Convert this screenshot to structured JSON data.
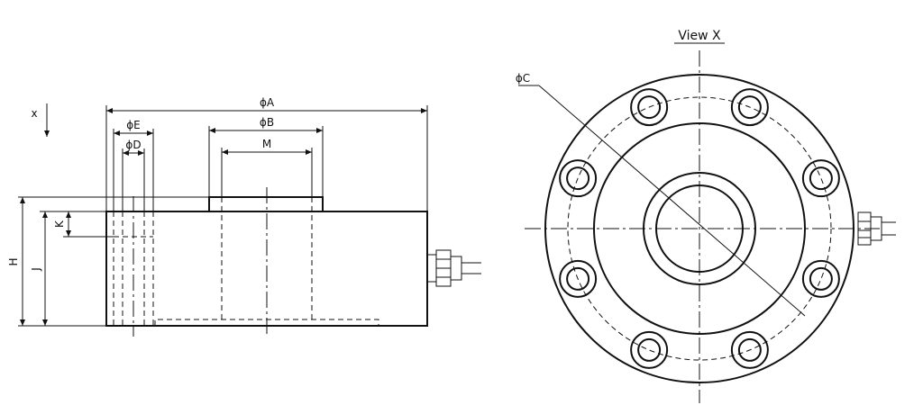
{
  "view_title": "View X",
  "view_arrow_label": "x",
  "dimensions": {
    "A": "ϕA",
    "B": "ϕB",
    "C": "ϕC",
    "D": "ϕD",
    "E": "ϕE",
    "M": "M",
    "H": "H",
    "J": "J",
    "K": "K"
  },
  "bolt_hole_count": 8
}
